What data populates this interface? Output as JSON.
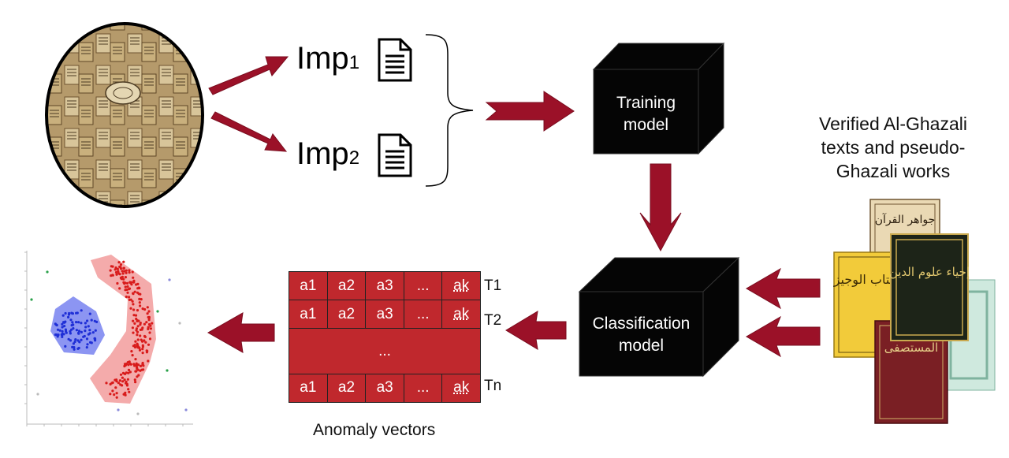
{
  "inputs": [
    {
      "label": "Imp",
      "sub": "1"
    },
    {
      "label": "Imp",
      "sub": "2"
    }
  ],
  "training_label": "Training\nmodel",
  "classification_label": "Classification\nmodel",
  "verified_label": "Verified Al-Ghazali\ntexts and pseudo-\nGhazali works",
  "anomaly_caption": "Anomaly vectors",
  "table": {
    "rows": [
      {
        "cells": [
          "a1",
          "a2",
          "a3",
          "...",
          "ak"
        ],
        "label": "T1"
      },
      {
        "cells": [
          "a1",
          "a2",
          "a3",
          "...",
          "ak"
        ],
        "label": "T2"
      },
      {
        "cells": [
          "..."
        ],
        "label": ""
      },
      {
        "cells": [
          "a1",
          "a2",
          "a3",
          "...",
          "ak"
        ],
        "label": "Tn"
      }
    ]
  },
  "colors": {
    "arrow": "#9b1128",
    "cube": "#050505",
    "table_fill": "#c0282d",
    "cluster_blue": "#6f7bef",
    "cluster_red": "#f29c9c"
  },
  "book_covers": {
    "top_title": "جواهر القرآن",
    "dark_title": "إحياء علوم الدين",
    "yellow_title": "كتاب الوجيز",
    "red_title": "المستصفى"
  }
}
